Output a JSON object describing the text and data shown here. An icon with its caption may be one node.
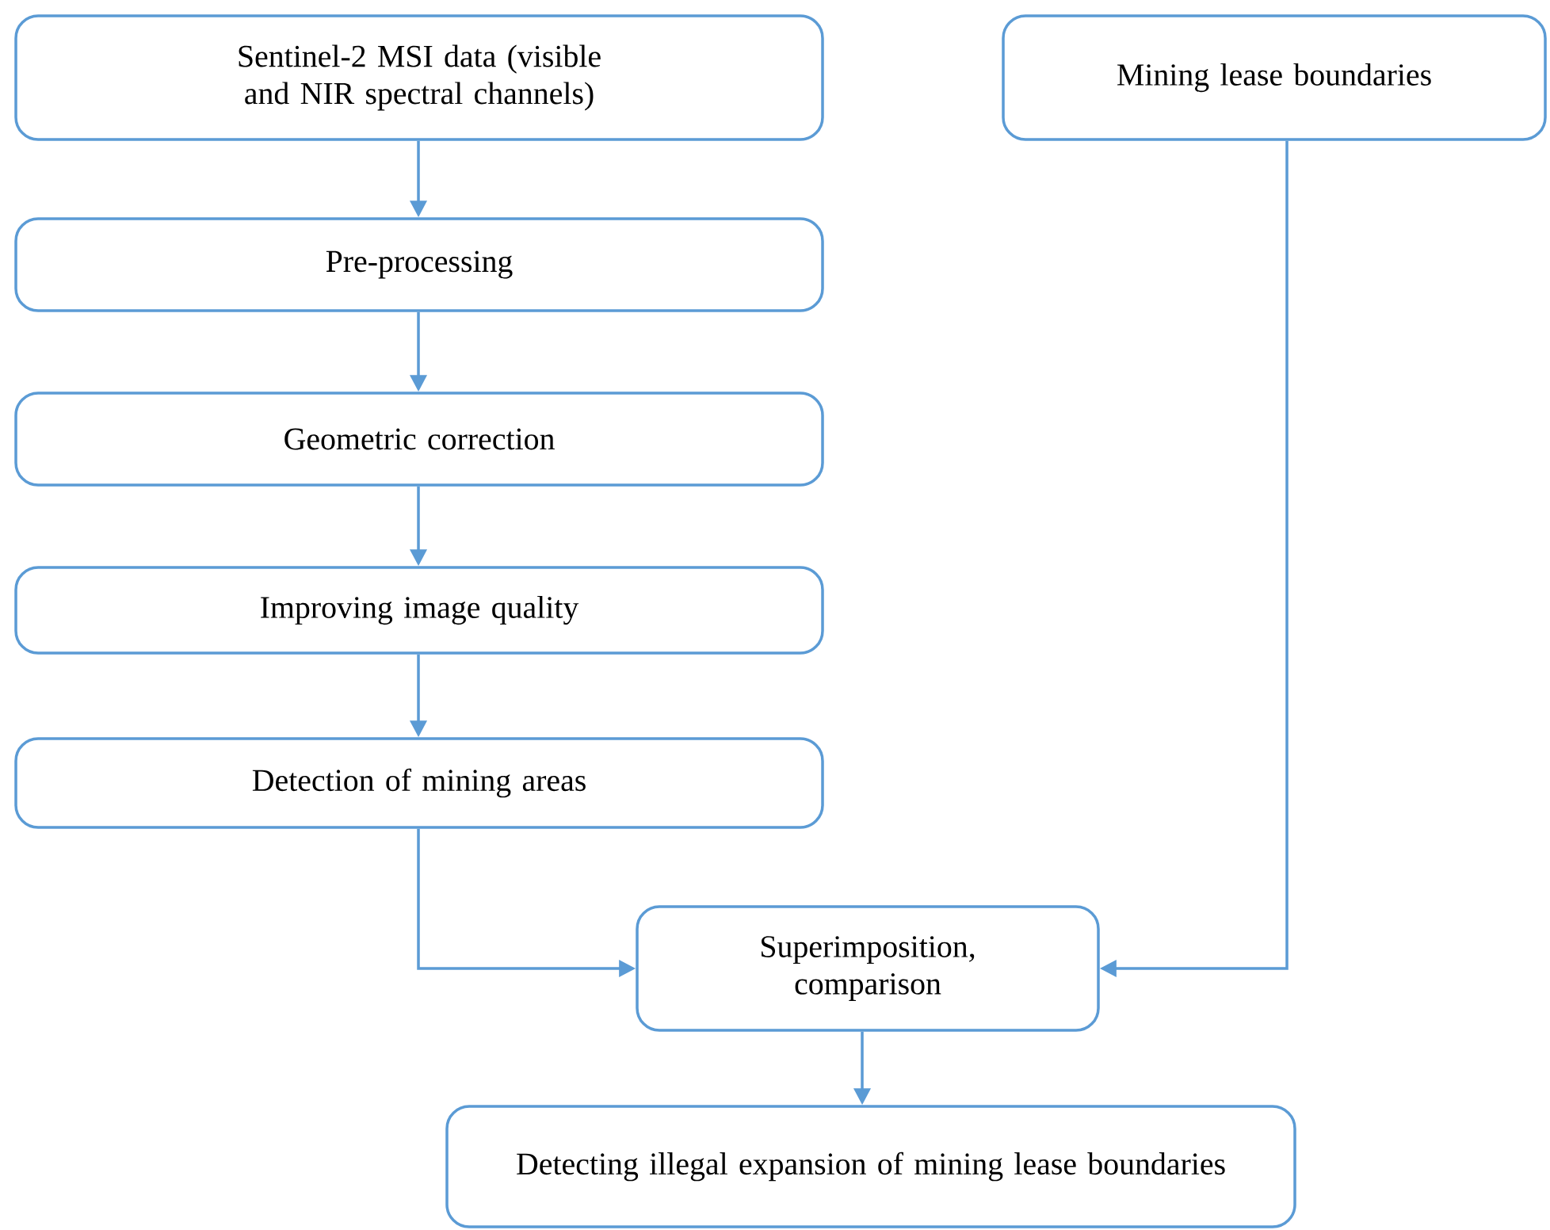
{
  "diagram": {
    "nodes": [
      {
        "text": [
          "Sentinel-2 MSI data (visible and NIR spectral channels)"
        ]
      },
      {
        "text": [
          "Mining lease boundaries"
        ]
      },
      {
        "text": [
          "Pre-processing"
        ]
      },
      {
        "text": [
          "Geometric correction"
        ]
      },
      {
        "text": [
          "Improving image quality"
        ]
      },
      {
        "text": [
          "Detection of mining areas"
        ]
      },
      {
        "text": [
          "Superimposition, comparison"
        ]
      },
      {
        "text": [
          "Detecting illegal expansion of mining lease boundaries"
        ]
      }
    ],
    "edges": [
      {
        "from": 0,
        "to": 2,
        "arrow": "to"
      },
      {
        "from": 2,
        "to": 3,
        "arrow": "to"
      },
      {
        "from": 3,
        "to": 4,
        "arrow": "to"
      },
      {
        "from": 4,
        "to": 5,
        "arrow": "to"
      },
      {
        "from": 5,
        "to": 6,
        "arrow": "to"
      },
      {
        "from": 1,
        "to": 6,
        "arrow": "to"
      },
      {
        "from": 6,
        "to": 7,
        "arrow": "to"
      }
    ]
  }
}
